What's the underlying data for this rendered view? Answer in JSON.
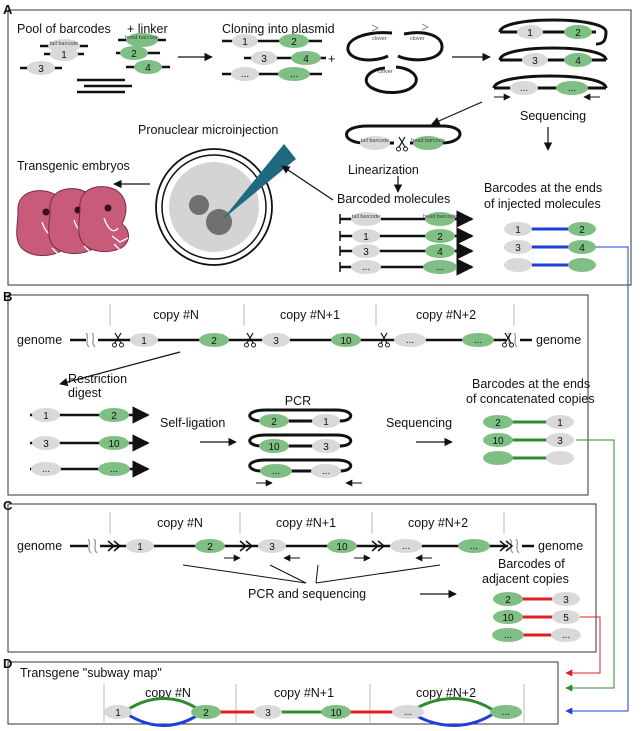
{
  "colors": {
    "grey_bead": "#d9d9d9",
    "green_bead": "#7fbf84",
    "blue_link": "#1f3fd6",
    "green_link": "#2e8b2e",
    "red_link": "#e02020",
    "embryo": "#c85a7a",
    "needle": "#1f6a80"
  },
  "panel_a": {
    "letter": "A",
    "pool_title": "Pool of barcodes",
    "linker": "+ linker",
    "tail_tag": "tail barcode",
    "head_tag": "head barcode",
    "pool_ids": [
      "1",
      "3",
      "2",
      "4"
    ],
    "cloning_title": "Cloning into plasmid",
    "plus": "+",
    "clover": "clover",
    "clone_rows": [
      [
        "1",
        "2"
      ],
      [
        "3",
        "4"
      ],
      [
        "...",
        "..."
      ]
    ],
    "sequencing": "Sequencing",
    "pronuclear": "Pronuclear microinjection",
    "linearization": "Linearization",
    "transgenic": "Transgenic embryos",
    "barcoded_molecules": "Barcoded molecules",
    "molecule_rows": [
      [
        "1",
        "2"
      ],
      [
        "3",
        "4"
      ],
      [
        "...",
        "..."
      ]
    ],
    "ends_title_1": "Barcodes at the ends",
    "ends_title_2": "of injected molecules",
    "end_pairs": [
      [
        "1",
        "2"
      ],
      [
        "3",
        "4"
      ],
      [
        "",
        ""
      ]
    ]
  },
  "panel_b": {
    "letter": "B",
    "genome": "genome",
    "copies": [
      "copy #N",
      "copy #N+1",
      "copy #N+2"
    ],
    "track_ids": [
      [
        "1",
        "2"
      ],
      [
        "3",
        "10"
      ],
      [
        "...",
        "..."
      ]
    ],
    "restriction_1": "Restriction",
    "restriction_2": "digest",
    "self_ligation": "Self-ligation",
    "pcr": "PCR",
    "sequencing": "Sequencing",
    "fragment_rows": [
      [
        "1",
        "2"
      ],
      [
        "3",
        "10"
      ],
      [
        "...",
        "..."
      ]
    ],
    "ring_rows": [
      [
        "2",
        "1"
      ],
      [
        "10",
        "3"
      ],
      [
        "...",
        "..."
      ]
    ],
    "ends_title_1": "Barcodes at the ends",
    "ends_title_2": "of concatenated copies",
    "end_pairs": [
      [
        "2",
        "1"
      ],
      [
        "10",
        "3"
      ],
      [
        "",
        ""
      ]
    ]
  },
  "panel_c": {
    "letter": "C",
    "genome": "genome",
    "copies": [
      "copy #N",
      "copy #N+1",
      "copy #N+2"
    ],
    "track_ids": [
      [
        "1",
        "2"
      ],
      [
        "3",
        "10"
      ],
      [
        "...",
        "..."
      ]
    ],
    "pcr_seq": "PCR and sequencing",
    "adj_title_1": "Barcodes of",
    "adj_title_2": "adjacent copies",
    "adj_pairs": [
      [
        "2",
        "3"
      ],
      [
        "10",
        "5"
      ],
      [
        "...",
        "..."
      ]
    ]
  },
  "panel_d": {
    "letter": "D",
    "title": "Transgene \"subway map\"",
    "copies": [
      "copy #N",
      "copy #N+1",
      "copy #N+2"
    ],
    "track_ids": [
      [
        "1",
        "2"
      ],
      [
        "3",
        "10"
      ],
      [
        "...",
        "..."
      ]
    ]
  }
}
